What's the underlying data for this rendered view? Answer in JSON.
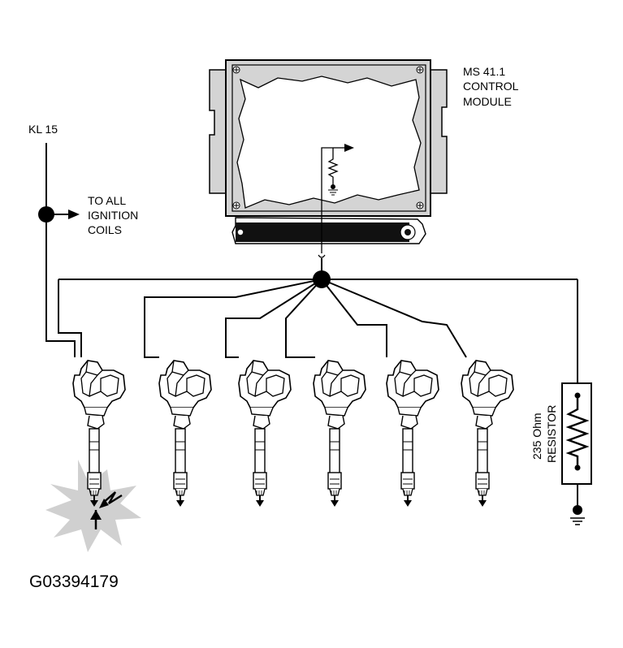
{
  "labels": {
    "module_line1": "MS 41.1",
    "module_line2": "CONTROL",
    "module_line3": "MODULE",
    "kl15": "KL 15",
    "to_all_line1": "TO ALL",
    "to_all_line2": "IGNITION",
    "to_all_line3": "COILS",
    "resistor_line1": "235 Ohm",
    "resistor_line2": "RESISTOR",
    "figure_id": "G03394179"
  },
  "diagram": {
    "coil_count": 6,
    "spark_coil_index": 0,
    "colors": {
      "line": "#000000",
      "module_housing": "#d4d4d4",
      "spark_burst": "#d0d0d0"
    }
  }
}
